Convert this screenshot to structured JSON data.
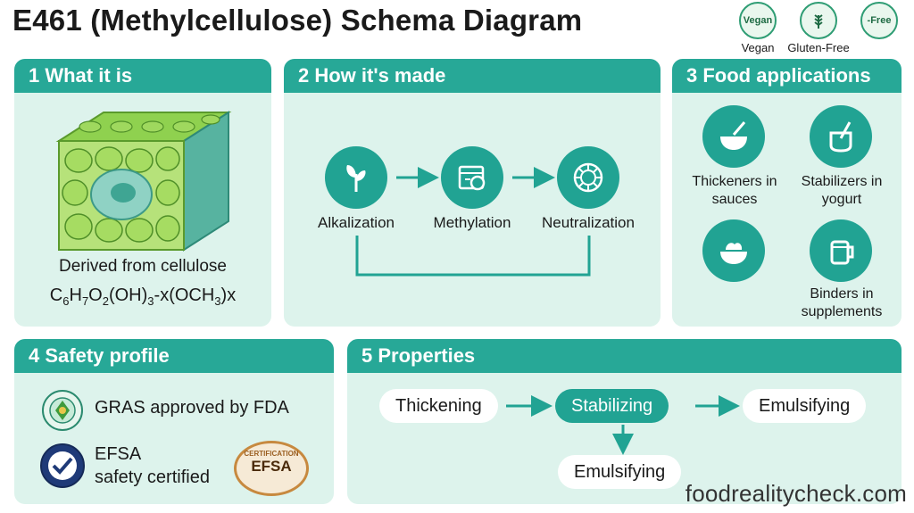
{
  "header": {
    "title": "E461 (Methylcellulose) Schema Diagram"
  },
  "badges": [
    {
      "icon_text": "Vegan",
      "label": "Vegan",
      "icon": "vegan-leaf-icon"
    },
    {
      "icon_text": "",
      "label": "Gluten-Free",
      "icon": "wheat-icon"
    },
    {
      "icon_text": "-Free",
      "label": "",
      "icon": "free-badge-icon"
    }
  ],
  "panel1": {
    "title": "1 What it is",
    "caption": "Derived from cellulose",
    "formula": {
      "a": "C",
      "a_sub": "6",
      "b": "H",
      "b_sub": "7",
      "c": "O",
      "c_sub": "2",
      "d": "(OH)",
      "d_sub": "3",
      "e": "-x(OCH",
      "e_sub": "3",
      "f": ")x"
    }
  },
  "panel2": {
    "title": "2 How it's made",
    "steps": [
      {
        "label": "Alkalization",
        "icon": "sprout-icon"
      },
      {
        "label": "Methylation",
        "icon": "reactor-icon"
      },
      {
        "label": "Neutralization",
        "icon": "molecule-icon"
      }
    ]
  },
  "panel3": {
    "title": "3 Food applications",
    "apps": [
      {
        "label": "Thickeners in sauces",
        "icon": "bowl-spoon-icon"
      },
      {
        "label": "Stabilizers in yogurt",
        "icon": "cup-spoon-icon"
      },
      {
        "label": "",
        "icon": "cream-bowl-icon"
      },
      {
        "label": "Binders in supplements",
        "icon": "jar-icon"
      }
    ]
  },
  "panel4": {
    "title": "4 Safety profile",
    "items": [
      {
        "text": "GRAS approved by FDA",
        "icon": "fda-seal-icon"
      },
      {
        "text": "EFSA",
        "text2": "safety certified",
        "icon": "efsa-shield-icon"
      }
    ],
    "stamp": {
      "top": "CERTIFICATION",
      "main": "EFSA"
    }
  },
  "panel5": {
    "title": "5 Properties",
    "props": [
      "Thickening",
      "Stabilizing",
      "Emulsifying",
      "Emulsifying"
    ]
  },
  "footer": {
    "site": "foodrealitycheck.com"
  },
  "colors": {
    "teal": "#27a897",
    "panel_bg": "#ddf3ec",
    "lime": "#9fd65a"
  }
}
